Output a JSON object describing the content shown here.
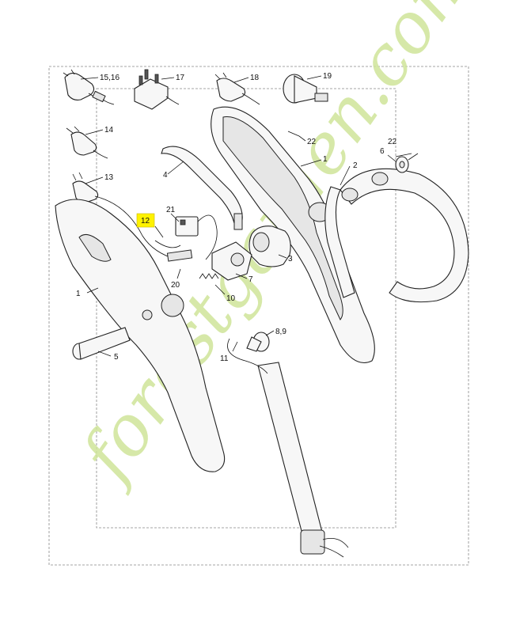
{
  "diagram": {
    "highlight_color": "#fff200",
    "watermark_color": "#cfe59a",
    "watermark_text": "forestgarden.com",
    "callouts": {
      "c15_16": "15,16",
      "c17": "17",
      "c18": "18",
      "c19": "19",
      "c14": "14",
      "c13": "13",
      "c22a": "22",
      "c22b": "22",
      "c6": "6",
      "c2": "2",
      "c1_right": "1",
      "c4": "4",
      "c21": "21",
      "c12": "12",
      "c3": "3",
      "c7": "7",
      "c20": "20",
      "c10": "10",
      "c1_left": "1",
      "c5": "5",
      "c8_9": "8,9",
      "c11": "11"
    }
  }
}
